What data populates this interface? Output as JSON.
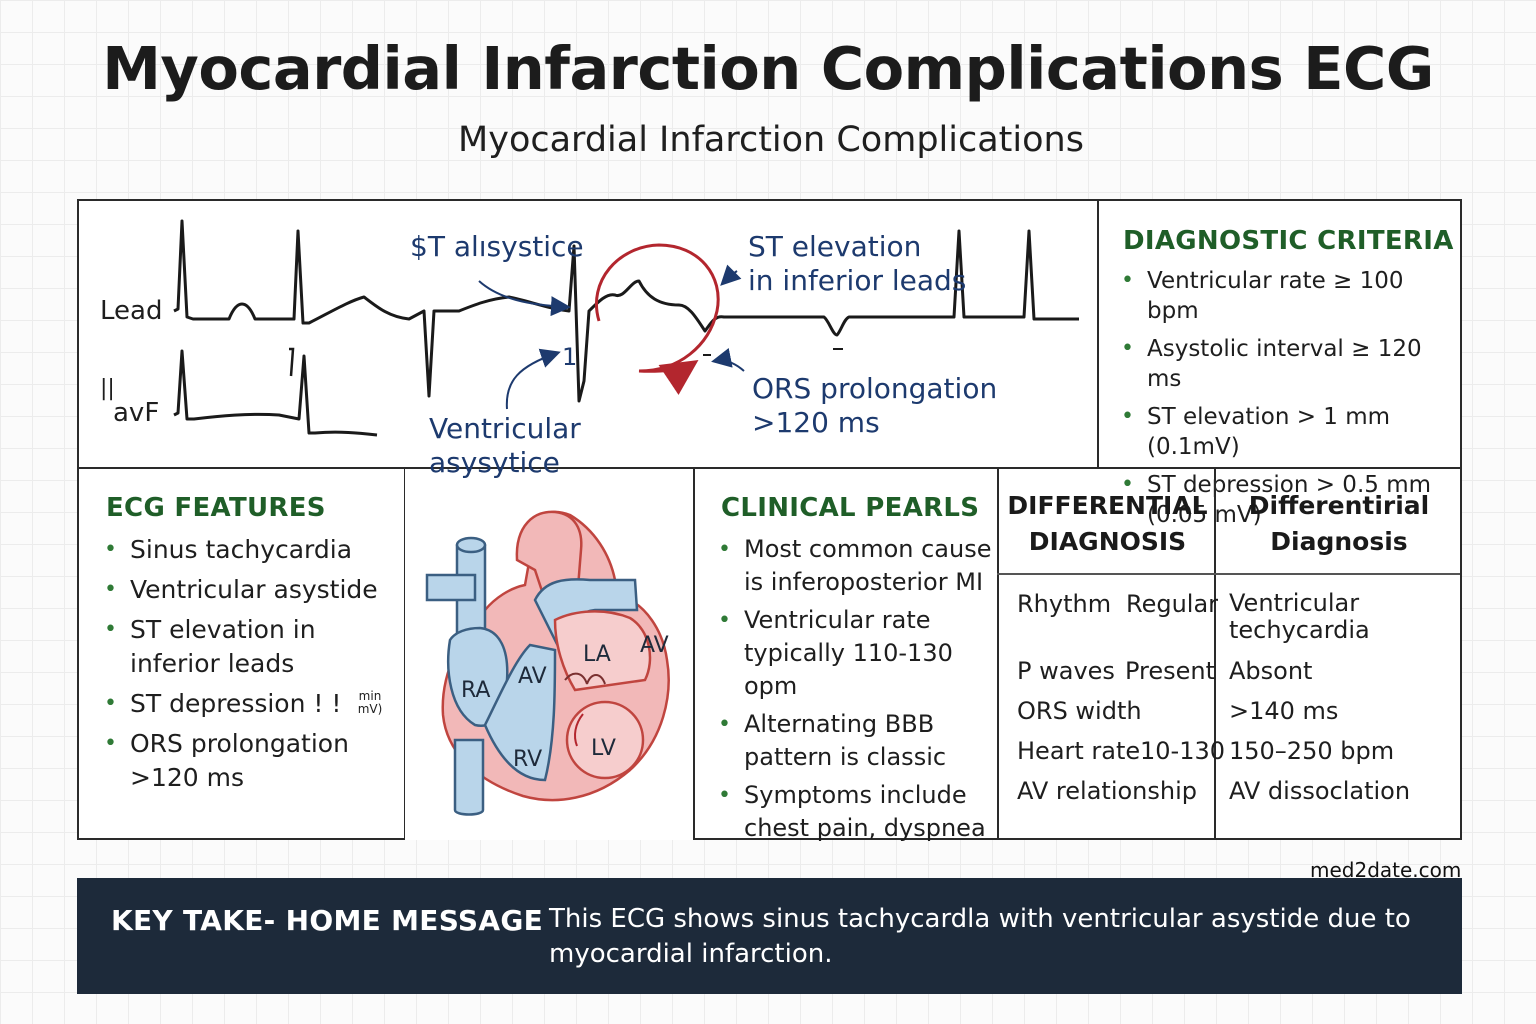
{
  "header": {
    "title": "Myocardial Infarction Complications ECG",
    "subtitle": "Myocardial Infarction Complications"
  },
  "ecg": {
    "lead_top_label": "Lead",
    "lead_bottom_label": "avF",
    "lead_bottom_prefix": "||",
    "annotations": {
      "st_asystole": "$T alısystice",
      "st_elevation_line1": "ST elevation",
      "st_elevation_line2": "in inferior leads",
      "qrs_line1": "ORS prolongation",
      "qrs_line2": ">120 ms",
      "ventricular_line1": "Ventricular",
      "ventricular_line2": "asysytice",
      "marker": "1"
    },
    "colors": {
      "trace": "#1a1a1a",
      "circle": "#b3262e",
      "annotation": "#1d3a6e"
    }
  },
  "criteria": {
    "title": "DIAGNOSTIC CRITERIA",
    "items": [
      "Ventricular rate ≥ 100 bpm",
      "Asystolic interval ≥ 120 ms",
      "ST elevation  > 1 mm (0.1mV)",
      "ST depression > 0.5 mm (0.05 mV)"
    ]
  },
  "features": {
    "title": "ECG FEATURES",
    "items": [
      "Sinus tachycardia",
      "Ventricular asystide",
      "ST elevation in inferior leads",
      "ST depression ! !",
      "ORS prolongation >120 ms"
    ],
    "small_note": "min mV)"
  },
  "heart": {
    "labels": {
      "ra": "RA",
      "av_inner": "AV",
      "la": "LA",
      "av_outer": "AV",
      "rv": "RV",
      "lv": "LV"
    },
    "colors": {
      "myocardium": "#f2b8b8",
      "vessel": "#b9d5ea",
      "outline": "#c0453f",
      "vessel_outline": "#3b5f82"
    }
  },
  "pearls": {
    "title": "CLINICAL PEARLS",
    "items": [
      "Most common cause is inferoposterior MI",
      "Ventricular rate typically 110-130 opm",
      "Alternating BBB pattern is classic",
      "Symptoms include chest pain, dyspnea"
    ]
  },
  "differential": {
    "head_left": "DIFFERENTIAL DIAGNOSIS",
    "head_right": "Differentirial Diagnosis",
    "rows": [
      {
        "label": "Rhythm",
        "value": "Regular",
        "right": "Ventricular techycardia"
      },
      {
        "label": "P waves",
        "value": "Present",
        "right": "Absont"
      },
      {
        "label": "ORS width",
        "value": "",
        "right": ">140 ms"
      },
      {
        "label": "Heart rate",
        "value": "10-130",
        "right": "150–250 bpm"
      },
      {
        "label": "AV relationship",
        "value": "",
        "right": "AV dissoclation"
      }
    ]
  },
  "footer": {
    "watermark": "med2date.com",
    "banner_label": "KEY TAKE- HOME MESSAGE",
    "banner_text": "This ECG shows sinus tachycardla with ventricular asystide due to myocardial infarction.",
    "banner_color": "#1d2a3a"
  }
}
